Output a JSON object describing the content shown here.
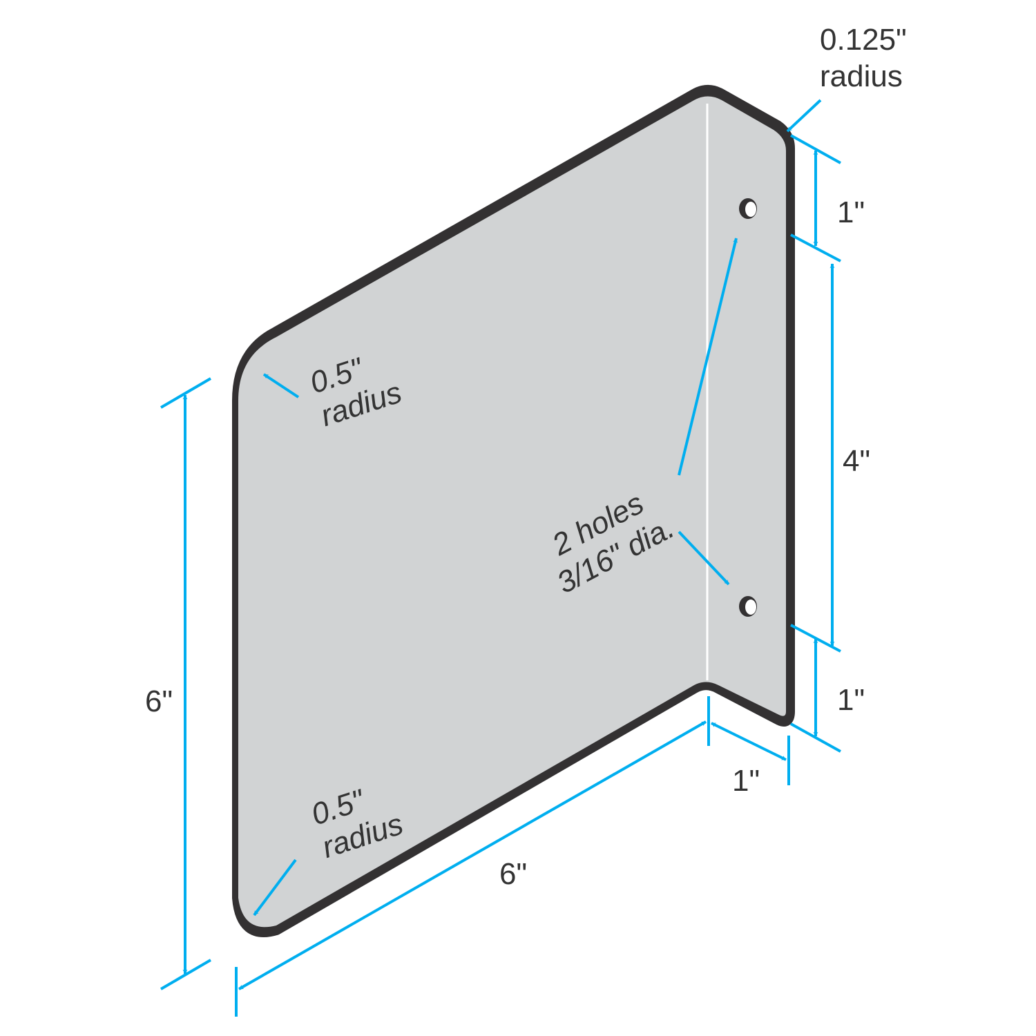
{
  "colors": {
    "dimension": "#00aeef",
    "plate_face": "#d1d3d4",
    "plate_edge": "#333132",
    "text": "#333333"
  },
  "labels": {
    "corner_small": [
      "0.125\"",
      "radius"
    ],
    "corner_top_left": [
      "0.5\"",
      "radius"
    ],
    "corner_bottom_left": [
      "0.5\"",
      "radius"
    ],
    "holes": [
      "2 holes",
      "3/16\" dia."
    ],
    "dim_top_1": "1\"",
    "dim_4": "4\"",
    "dim_bottom_1": "1\"",
    "dim_flange_1": "1\"",
    "dim_height_6": "6\"",
    "dim_width_6": "6\""
  }
}
